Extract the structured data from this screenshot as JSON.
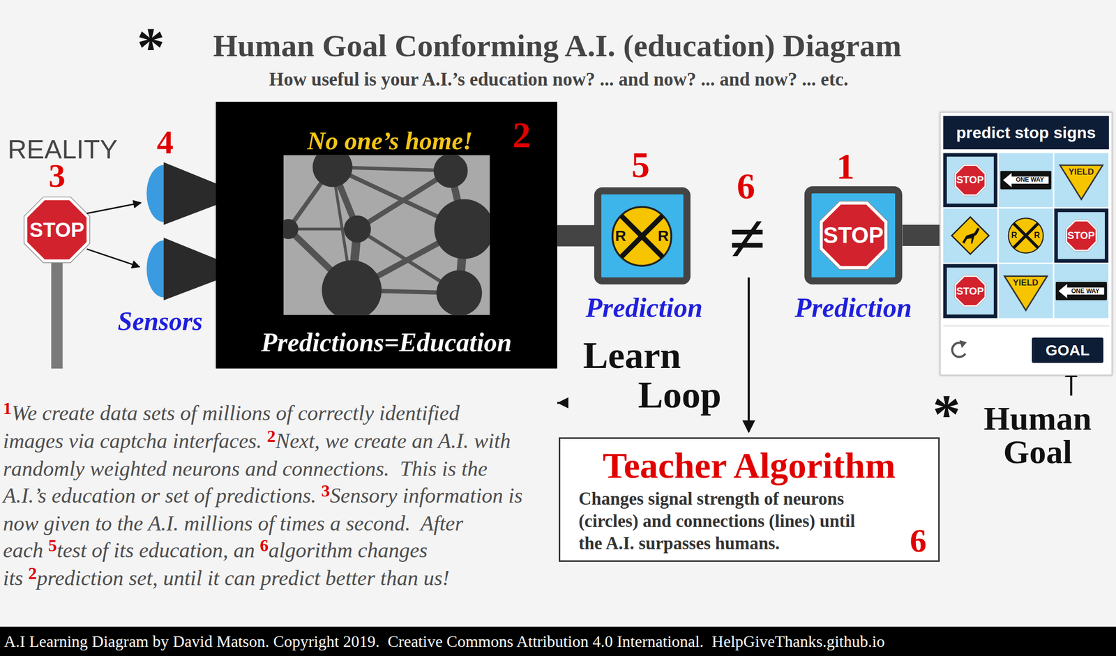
{
  "diagram": {
    "title": "Human Goal Conforming A.I. (education) Diagram",
    "caption": "A.I Learning Diagram by David Matson. Copyright 2019.  Creative Commons Attribution 4.0 International.  HelpGiveThanks.github.io",
    "nodes": [
      {
        "text": [
          "No one’s home!",
          "Predictions=Education"
        ]
      },
      {
        "text": [
          "Prediction"
        ]
      },
      {
        "text": [
          "Prediction"
        ]
      },
      {
        "text": [
          "predict stop signs"
        ]
      },
      {
        "text": [
          "GOAL"
        ],
        "in": 3
      },
      {
        "text": [
          "Teacher Algorithm",
          "Changes signal strength of neurons (circles) and connections (lines) until the A.I. surpasses humans.",
          "6"
        ]
      }
    ],
    "edges": [
      {
        "from": 0,
        "to": 1,
        "arrow": "none"
      },
      {
        "from": 2,
        "to": 3,
        "arrow": "none"
      },
      {
        "from": 5,
        "to": 0,
        "arrow": "to"
      }
    ],
    "labels": [
      "*",
      "How useful is your A.I.’s education now? ... and now? ... and now? ... etc.",
      "REALITY",
      "3",
      "STOP",
      "4",
      "Sensors",
      "2",
      "5",
      "R",
      "R",
      "6",
      "≠",
      "1",
      "STOP",
      "STOP",
      "ONE WAY",
      "YIELD",
      "R",
      "R",
      "STOP",
      "STOP",
      "YIELD",
      "ONE WAY",
      "Learn",
      "Loop",
      "*",
      "Human Goal",
      "1",
      "We create data sets of millions of correctly identified images via captcha interfaces.",
      "2",
      "Next, we create an A.I. with randomly weighted neurons and connections.  This is the A.I.’s education or set of predictions.",
      "3",
      "Sensory information is now given to the A.I. millions of times a second.  After each",
      "5",
      "test of its education, an",
      "6",
      "algorithm changes its",
      "2",
      "prediction set, until it can predict better than us!"
    ]
  }
}
